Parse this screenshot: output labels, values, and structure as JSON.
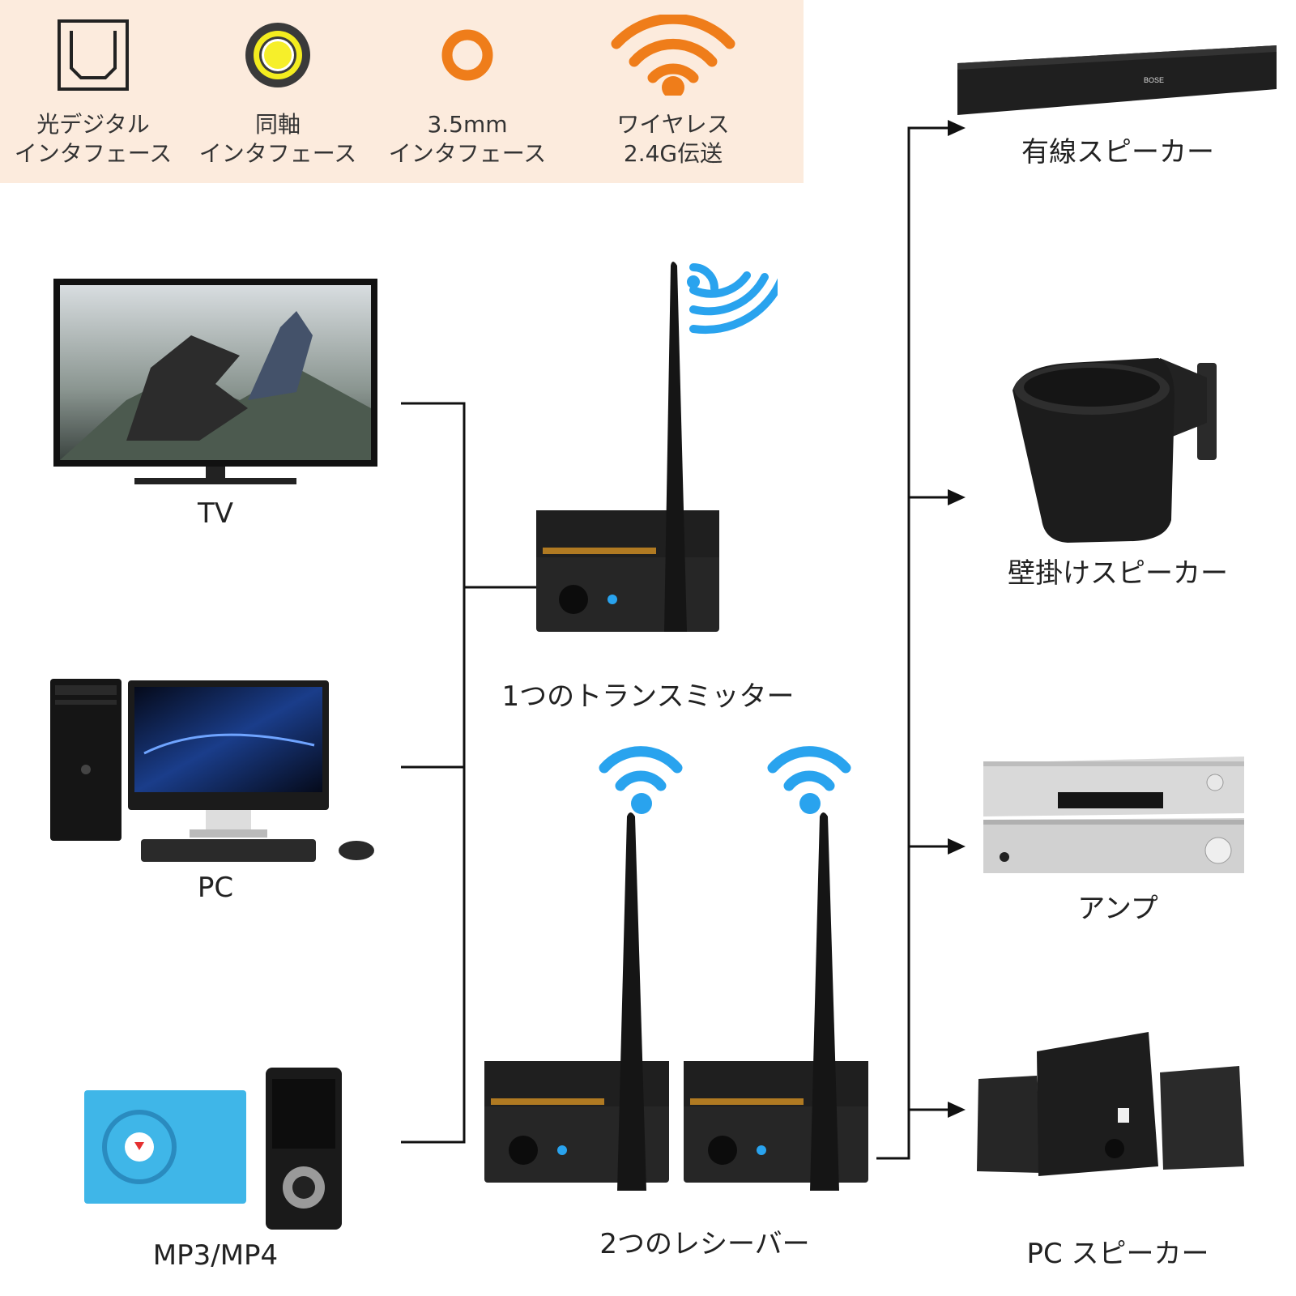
{
  "interfaces": [
    {
      "icon": "optical-port-icon",
      "line1": "光デジタル",
      "line2": "インタフェース"
    },
    {
      "icon": "coaxial-port-icon",
      "line1": "同軸",
      "line2": "インタフェース"
    },
    {
      "icon": "aux-35mm-port-icon",
      "line1": "3.5mm",
      "line2": "インタフェース"
    },
    {
      "icon": "wireless-icon",
      "line1": "ワイヤレス",
      "line2": "2.4G伝送"
    }
  ],
  "sources": {
    "tv": "TV",
    "pc": "PC",
    "mp3": "MP3/MP4"
  },
  "transmitter": {
    "caption": "1つのトランスミッター"
  },
  "receivers": {
    "caption": "2つのレシーバー"
  },
  "outputs": {
    "wired_speaker": "有線スピーカー",
    "wall_speaker": "壁掛けスピーカー",
    "amp": "アンプ",
    "pc_speaker": "PC スピーカー"
  },
  "colors": {
    "banner_bg": "#fcebdd",
    "orange": "#ef7d1a",
    "signal_blue": "#29a3ee",
    "line": "#111111"
  }
}
